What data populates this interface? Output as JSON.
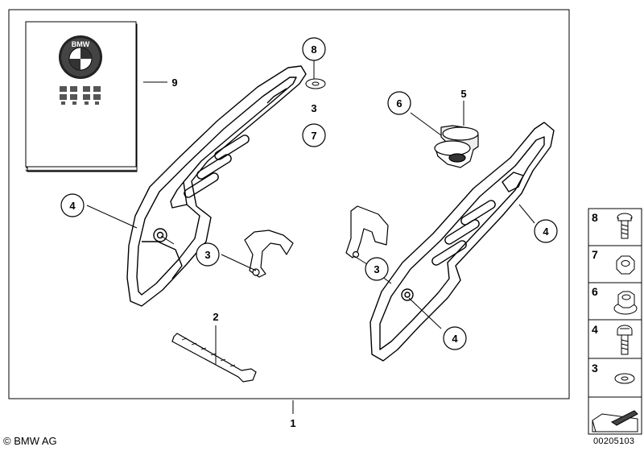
{
  "diagram": {
    "callouts": {
      "c8": "8",
      "c3_top": "3",
      "c7": "7",
      "c6": "6",
      "c5": "5",
      "c4_left": "4",
      "c3_left": "3",
      "c3_mid": "3",
      "c4_right": "4",
      "c4_bottom": "4",
      "c2": "2",
      "c9": "9",
      "c1": "1"
    },
    "manual_logo_text": "BMW",
    "legend": [
      {
        "num": "8",
        "icon": "hex-bolt-icon"
      },
      {
        "num": "7",
        "icon": "hex-nut-icon"
      },
      {
        "num": "6",
        "icon": "flange-nut-icon"
      },
      {
        "num": "4",
        "icon": "collar-bolt-icon"
      },
      {
        "num": "3",
        "icon": "washer-icon"
      },
      {
        "num": "",
        "icon": "arrow-plate-icon"
      }
    ],
    "copyright": "© BMW AG",
    "doc_number": "00205103"
  },
  "colors": {
    "line": "#000000",
    "background": "#ffffff"
  }
}
